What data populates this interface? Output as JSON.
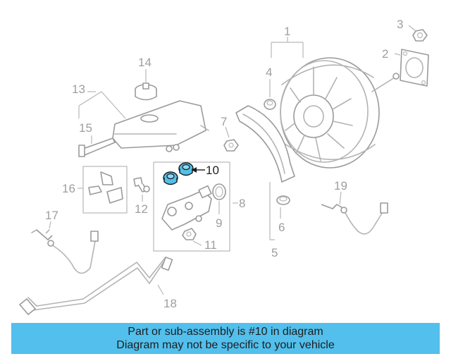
{
  "callouts": {
    "c1": "1",
    "c2": "2",
    "c3": "3",
    "c4": "4",
    "c5": "5",
    "c6": "6",
    "c7": "7",
    "c8": "8",
    "c9": "9",
    "c10": "10",
    "c11": "11",
    "c12": "12",
    "c13": "13",
    "c14": "14",
    "c15": "15",
    "c16": "16",
    "c17": "17",
    "c18": "18",
    "c19": "19"
  },
  "highlighted_part": "10",
  "highlight_color": "#52bfe8",
  "caption": {
    "line1": "Part or sub-assembly is #10 in diagram",
    "line2": "Diagram may not be specific to your vehicle"
  }
}
